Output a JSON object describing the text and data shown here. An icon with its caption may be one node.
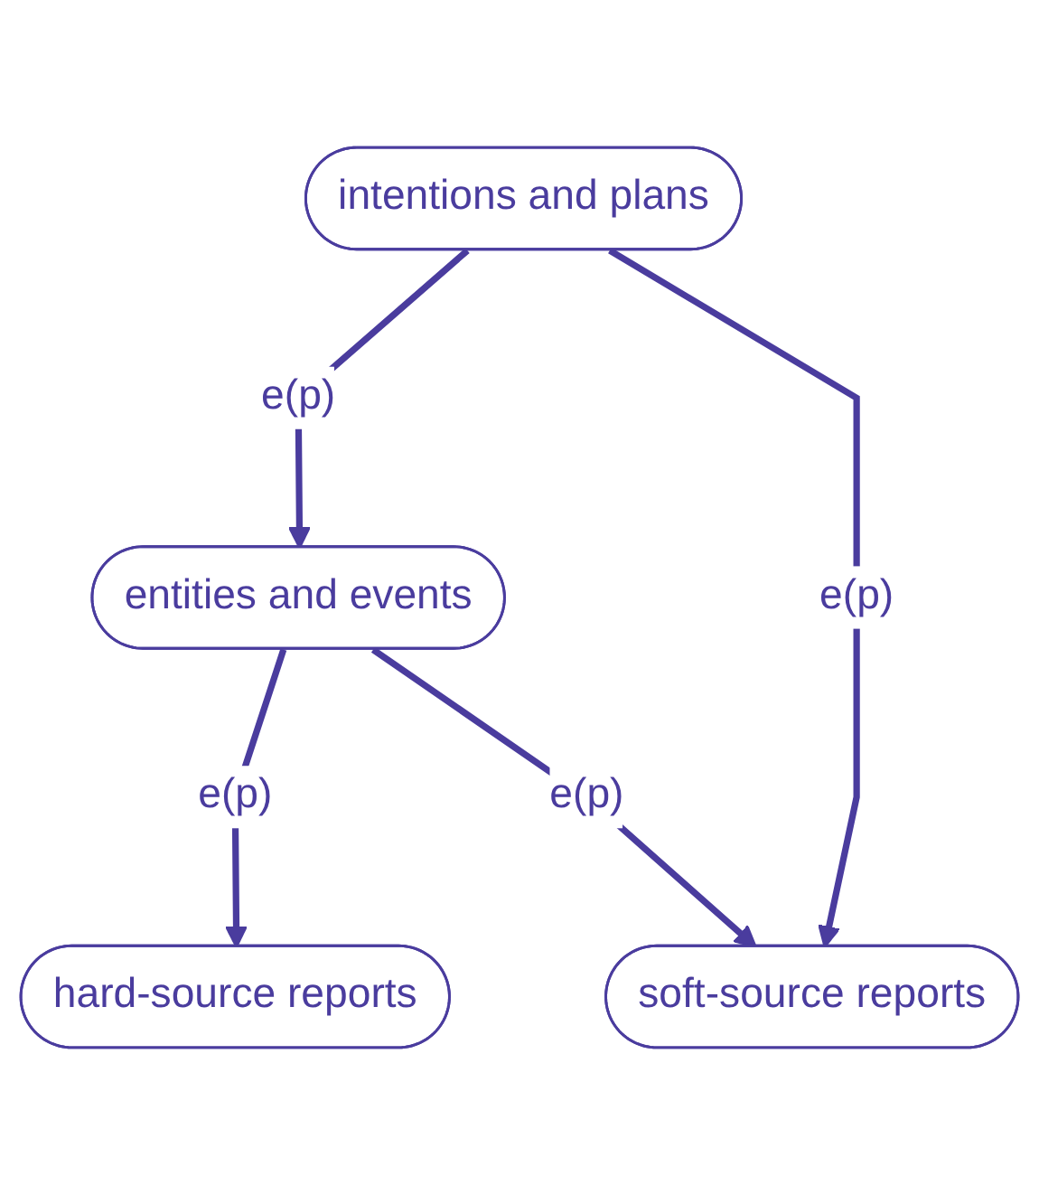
{
  "diagram": {
    "nodes": [
      {
        "text": [
          "intentions and plans"
        ]
      },
      {
        "text": [
          "entities and events"
        ]
      },
      {
        "text": [
          "hard-source reports"
        ]
      },
      {
        "text": [
          "soft-source reports"
        ]
      }
    ],
    "edges": [
      {
        "from": 0,
        "to": 1,
        "arrow": "to",
        "label": "e(p)"
      },
      {
        "from": 0,
        "to": 3,
        "arrow": "to",
        "label": "e(p)"
      },
      {
        "from": 1,
        "to": 2,
        "arrow": "to",
        "label": "e(p)"
      },
      {
        "from": 1,
        "to": 3,
        "arrow": "to",
        "label": "e(p)"
      }
    ]
  }
}
